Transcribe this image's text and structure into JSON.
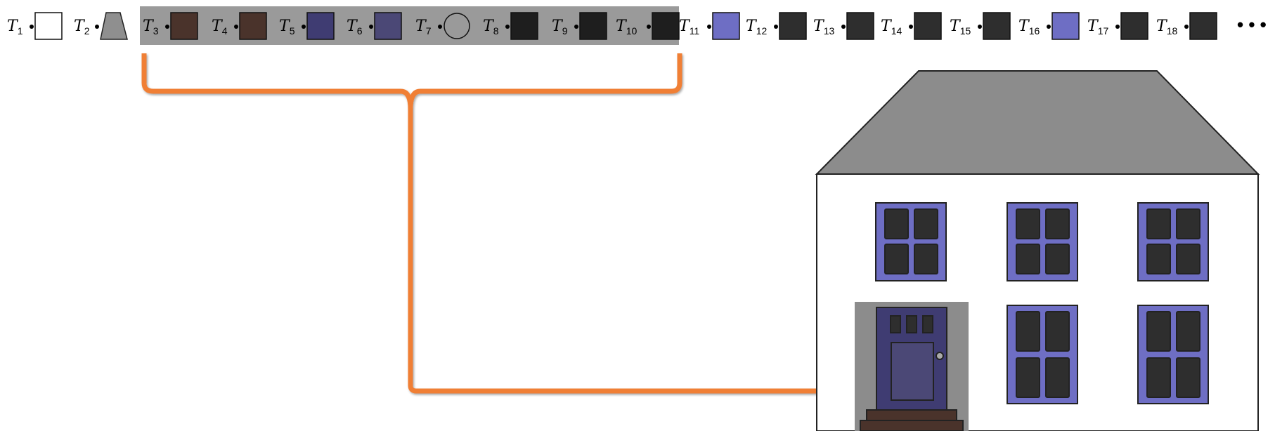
{
  "diagram": {
    "tokens": [
      {
        "label": "T",
        "sub": "1",
        "shape": "square",
        "fill": "#ffffff"
      },
      {
        "label": "T",
        "sub": "2",
        "shape": "trapezoid",
        "fill": "#8f8f8f"
      },
      {
        "label": "T",
        "sub": "3",
        "shape": "square",
        "fill": "#4a332b"
      },
      {
        "label": "T",
        "sub": "4",
        "shape": "square",
        "fill": "#4a332b"
      },
      {
        "label": "T",
        "sub": "5",
        "shape": "square",
        "fill": "#3f3c72"
      },
      {
        "label": "T",
        "sub": "6",
        "shape": "square",
        "fill": "#4b4876"
      },
      {
        "label": "T",
        "sub": "7",
        "shape": "circle",
        "fill": "none"
      },
      {
        "label": "T",
        "sub": "8",
        "shape": "square",
        "fill": "#1e1e1e"
      },
      {
        "label": "T",
        "sub": "9",
        "shape": "square",
        "fill": "#1e1e1e"
      },
      {
        "label": "T",
        "sub": "10",
        "shape": "square",
        "fill": "#1e1e1e"
      },
      {
        "label": "T",
        "sub": "11",
        "shape": "square",
        "fill": "#6e6ec4"
      },
      {
        "label": "T",
        "sub": "12",
        "shape": "square",
        "fill": "#2e2e2e"
      },
      {
        "label": "T",
        "sub": "13",
        "shape": "square",
        "fill": "#2e2e2e"
      },
      {
        "label": "T",
        "sub": "14",
        "shape": "square",
        "fill": "#2e2e2e"
      },
      {
        "label": "T",
        "sub": "15",
        "shape": "square",
        "fill": "#2e2e2e"
      },
      {
        "label": "T",
        "sub": "16",
        "shape": "square",
        "fill": "#6e6ec4"
      },
      {
        "label": "T",
        "sub": "17",
        "shape": "square",
        "fill": "#2e2e2e"
      },
      {
        "label": "T",
        "sub": "18",
        "shape": "square",
        "fill": "#2e2e2e"
      }
    ],
    "ellipsis": "• • •",
    "highlighted_range": [
      "T3",
      "T10"
    ],
    "colors": {
      "highlight_band": "#9a9a9a",
      "arrow": "#f07f35",
      "roof": "#8c8c8c",
      "wall": "#ffffff",
      "window_frame": "#6e6ec4",
      "window_pane": "#2e2e2e",
      "door": "#3f3c72",
      "door_panel": "#4b4876",
      "door_surround": "#8c8c8c",
      "steps": "#4a332b"
    }
  }
}
